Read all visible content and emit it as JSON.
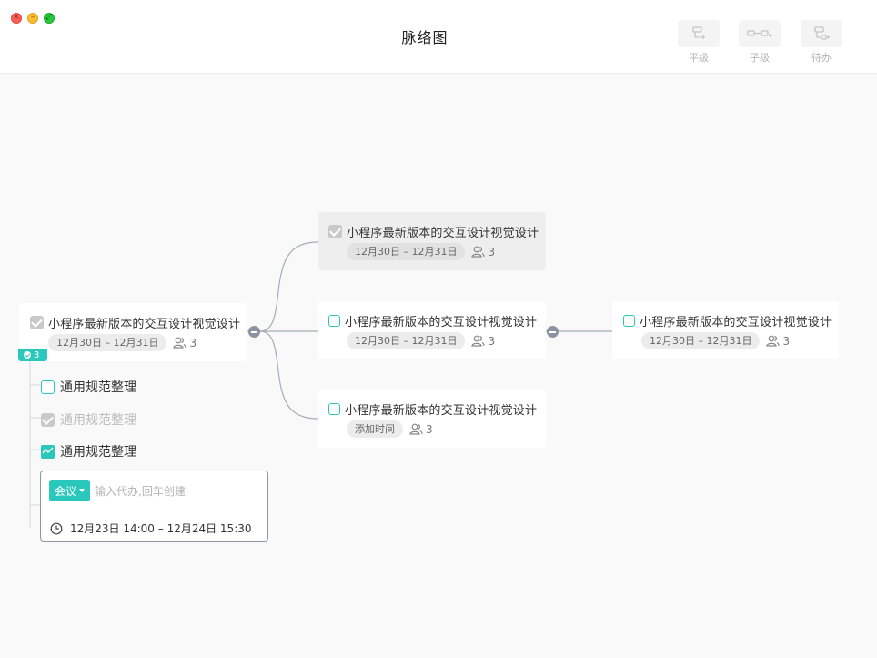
{
  "window": {
    "title": "脉络图"
  },
  "toolbar": [
    {
      "label": "平级",
      "icon": "sibling-node-icon"
    },
    {
      "label": "子级",
      "icon": "child-node-icon"
    },
    {
      "label": "待办",
      "icon": "todo-node-icon"
    }
  ],
  "nodes": {
    "root": {
      "title": "小程序最新版本的交互设计视觉设计",
      "date": "12月30日 – 12月31日",
      "people": "3",
      "done": true
    },
    "top": {
      "title": "小程序最新版本的交互设计视觉设计",
      "date": "12月30日 – 12月31日",
      "people": "3",
      "done": true
    },
    "middle": {
      "title": "小程序最新版本的交互设计视觉设计",
      "date": "12月30日 – 12月31日",
      "people": "3",
      "done": false
    },
    "bottom": {
      "title": "小程序最新版本的交互设计视觉设计",
      "date": "添加时间",
      "people": "3",
      "done": false
    },
    "right": {
      "title": "小程序最新版本的交互设计视觉设计",
      "date": "12月30日 – 12月31日",
      "people": "3",
      "done": false
    }
  },
  "subtasks": {
    "count": "3",
    "items": [
      {
        "label": "通用规范整理",
        "state": "todo"
      },
      {
        "label": "通用规范整理",
        "state": "done"
      },
      {
        "label": "通用规范整理",
        "state": "meeting"
      }
    ]
  },
  "composer": {
    "type_label": "会议",
    "placeholder": "输入代办,回车创建",
    "time_range": "12月23日 14:00 – 12月24日 15:30"
  },
  "colors": {
    "accent": "#2ac7bd",
    "connector": "#8c93a0"
  }
}
